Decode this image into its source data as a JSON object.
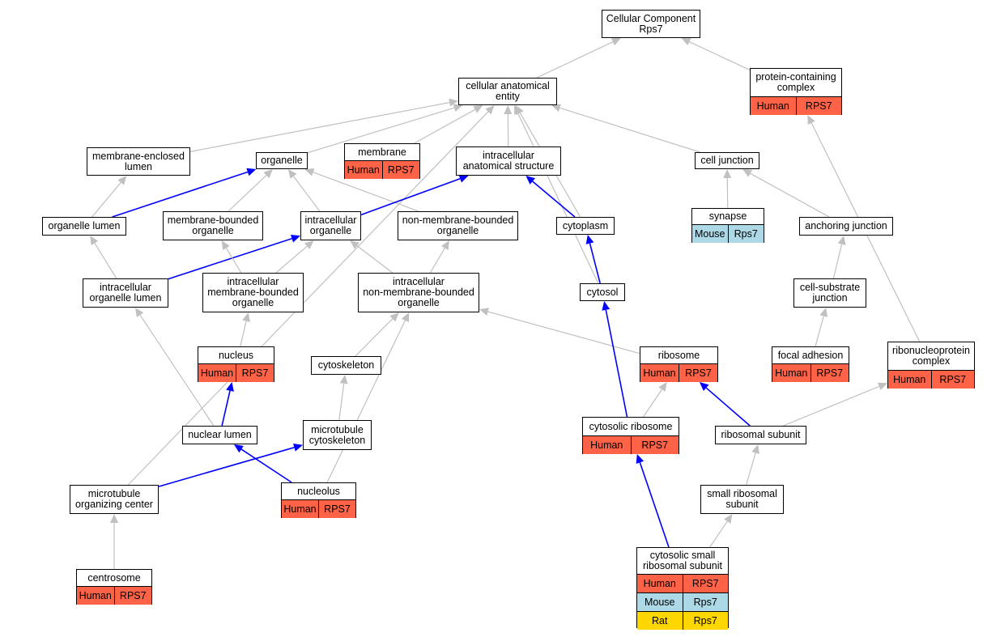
{
  "colors": {
    "gray_edge": "#c0c0c0",
    "blue_edge": "#0000ff",
    "Human": "#ff6347",
    "Mouse": "#add8e6",
    "Rat": "#ffd700"
  },
  "nodes": [
    {
      "id": "root",
      "label": "Cellular Component\nRps7"
    },
    {
      "id": "cae",
      "label": "cellular anatomical\nentity"
    },
    {
      "id": "pcc",
      "label": "protein-containing\ncomplex",
      "rows": [
        [
          "Human",
          "RPS7"
        ]
      ]
    },
    {
      "id": "mel",
      "label": "membrane-enclosed\nlumen"
    },
    {
      "id": "organelle",
      "label": "organelle"
    },
    {
      "id": "membrane",
      "label": "membrane",
      "rows": [
        [
          "Human",
          "RPS7"
        ]
      ]
    },
    {
      "id": "ias",
      "label": "intracellular\nanatomical structure"
    },
    {
      "id": "celljunction",
      "label": "cell junction"
    },
    {
      "id": "olumen",
      "label": "organelle lumen"
    },
    {
      "id": "mbo",
      "label": "membrane-bounded\norganelle"
    },
    {
      "id": "iorg",
      "label": "intracellular\norganelle"
    },
    {
      "id": "nmbo",
      "label": "non-membrane-bounded\norganelle"
    },
    {
      "id": "cytoplasm",
      "label": "cytoplasm"
    },
    {
      "id": "synapse",
      "label": "synapse",
      "rows": [
        [
          "Mouse",
          "Rps7"
        ]
      ]
    },
    {
      "id": "anchjunc",
      "label": "anchoring junction"
    },
    {
      "id": "iol",
      "label": "intracellular\norganelle lumen"
    },
    {
      "id": "imbo",
      "label": "intracellular\nmembrane-bounded\norganelle"
    },
    {
      "id": "inmbo",
      "label": "intracellular\nnon-membrane-bounded\norganelle"
    },
    {
      "id": "cytosol",
      "label": "cytosol"
    },
    {
      "id": "csj",
      "label": "cell-substrate\njunction"
    },
    {
      "id": "nucleus",
      "label": "nucleus",
      "rows": [
        [
          "Human",
          "RPS7"
        ]
      ]
    },
    {
      "id": "cytoskeleton",
      "label": "cytoskeleton"
    },
    {
      "id": "ribosome",
      "label": "ribosome",
      "rows": [
        [
          "Human",
          "RPS7"
        ]
      ]
    },
    {
      "id": "focal",
      "label": "focal adhesion",
      "rows": [
        [
          "Human",
          "RPS7"
        ]
      ]
    },
    {
      "id": "rnp",
      "label": "ribonucleoprotein\ncomplex",
      "rows": [
        [
          "Human",
          "RPS7"
        ]
      ]
    },
    {
      "id": "nlumen",
      "label": "nuclear lumen"
    },
    {
      "id": "mtcyto",
      "label": "microtubule\ncytoskeleton"
    },
    {
      "id": "cytoribo",
      "label": "cytosolic ribosome",
      "rows": [
        [
          "Human",
          "RPS7"
        ]
      ]
    },
    {
      "id": "ribosub",
      "label": "ribosomal subunit"
    },
    {
      "id": "mtoc",
      "label": "microtubule\norganizing center"
    },
    {
      "id": "nucleolus",
      "label": "nucleolus",
      "rows": [
        [
          "Human",
          "RPS7"
        ]
      ]
    },
    {
      "id": "ssu",
      "label": "small ribosomal\nsubunit"
    },
    {
      "id": "centrosome",
      "label": "centrosome",
      "rows": [
        [
          "Human",
          "RPS7"
        ]
      ]
    },
    {
      "id": "cssu",
      "label": "cytosolic small\nribosomal subunit",
      "rows": [
        [
          "Human",
          "RPS7"
        ],
        [
          "Mouse",
          "Rps7"
        ],
        [
          "Rat",
          "Rps7"
        ]
      ]
    }
  ],
  "edges": [
    {
      "from": "cae",
      "to": "root",
      "color": "gray"
    },
    {
      "from": "pcc",
      "to": "root",
      "color": "gray"
    },
    {
      "from": "mel",
      "to": "cae",
      "color": "gray"
    },
    {
      "from": "organelle",
      "to": "cae",
      "color": "gray"
    },
    {
      "from": "membrane",
      "to": "cae",
      "color": "gray"
    },
    {
      "from": "ias",
      "to": "cae",
      "color": "gray"
    },
    {
      "from": "celljunction",
      "to": "cae",
      "color": "gray"
    },
    {
      "from": "cytoplasm",
      "to": "cae",
      "color": "gray"
    },
    {
      "from": "cytosol",
      "to": "cae",
      "color": "gray"
    },
    {
      "from": "mtoc",
      "to": "cae",
      "color": "gray"
    },
    {
      "from": "olumen",
      "to": "mel",
      "color": "gray"
    },
    {
      "from": "olumen",
      "to": "organelle",
      "color": "blue"
    },
    {
      "from": "mbo",
      "to": "organelle",
      "color": "gray"
    },
    {
      "from": "iorg",
      "to": "organelle",
      "color": "gray"
    },
    {
      "from": "nmbo",
      "to": "organelle",
      "color": "gray"
    },
    {
      "from": "iorg",
      "to": "ias",
      "color": "blue"
    },
    {
      "from": "cytoplasm",
      "to": "ias",
      "color": "blue"
    },
    {
      "from": "synapse",
      "to": "celljunction",
      "color": "gray"
    },
    {
      "from": "anchjunc",
      "to": "celljunction",
      "color": "gray"
    },
    {
      "from": "iol",
      "to": "olumen",
      "color": "gray"
    },
    {
      "from": "iol",
      "to": "iorg",
      "color": "blue"
    },
    {
      "from": "imbo",
      "to": "mbo",
      "color": "gray"
    },
    {
      "from": "imbo",
      "to": "iorg",
      "color": "gray"
    },
    {
      "from": "inmbo",
      "to": "iorg",
      "color": "gray"
    },
    {
      "from": "inmbo",
      "to": "nmbo",
      "color": "gray"
    },
    {
      "from": "cytosol",
      "to": "cytoplasm",
      "color": "blue"
    },
    {
      "from": "csj",
      "to": "anchjunc",
      "color": "gray"
    },
    {
      "from": "focal",
      "to": "csj",
      "color": "gray"
    },
    {
      "from": "nucleus",
      "to": "imbo",
      "color": "gray"
    },
    {
      "from": "cytoskeleton",
      "to": "inmbo",
      "color": "gray"
    },
    {
      "from": "ribosome",
      "to": "inmbo",
      "color": "gray"
    },
    {
      "from": "nucleolus",
      "to": "inmbo",
      "color": "gray"
    },
    {
      "from": "rnp",
      "to": "pcc",
      "color": "gray"
    },
    {
      "from": "nlumen",
      "to": "iol",
      "color": "gray"
    },
    {
      "from": "nlumen",
      "to": "nucleus",
      "color": "blue"
    },
    {
      "from": "mtcyto",
      "to": "cytoskeleton",
      "color": "gray"
    },
    {
      "from": "cytoribo",
      "to": "cytosol",
      "color": "blue"
    },
    {
      "from": "cytoribo",
      "to": "ribosome",
      "color": "gray"
    },
    {
      "from": "ribosub",
      "to": "ribosome",
      "color": "blue"
    },
    {
      "from": "ribosub",
      "to": "rnp",
      "color": "gray"
    },
    {
      "from": "mtoc",
      "to": "mtcyto",
      "color": "blue"
    },
    {
      "from": "nucleolus",
      "to": "nlumen",
      "color": "blue"
    },
    {
      "from": "ssu",
      "to": "ribosub",
      "color": "gray"
    },
    {
      "from": "centrosome",
      "to": "mtoc",
      "color": "gray"
    },
    {
      "from": "cssu",
      "to": "cytoribo",
      "color": "blue"
    },
    {
      "from": "cssu",
      "to": "ssu",
      "color": "gray"
    }
  ]
}
